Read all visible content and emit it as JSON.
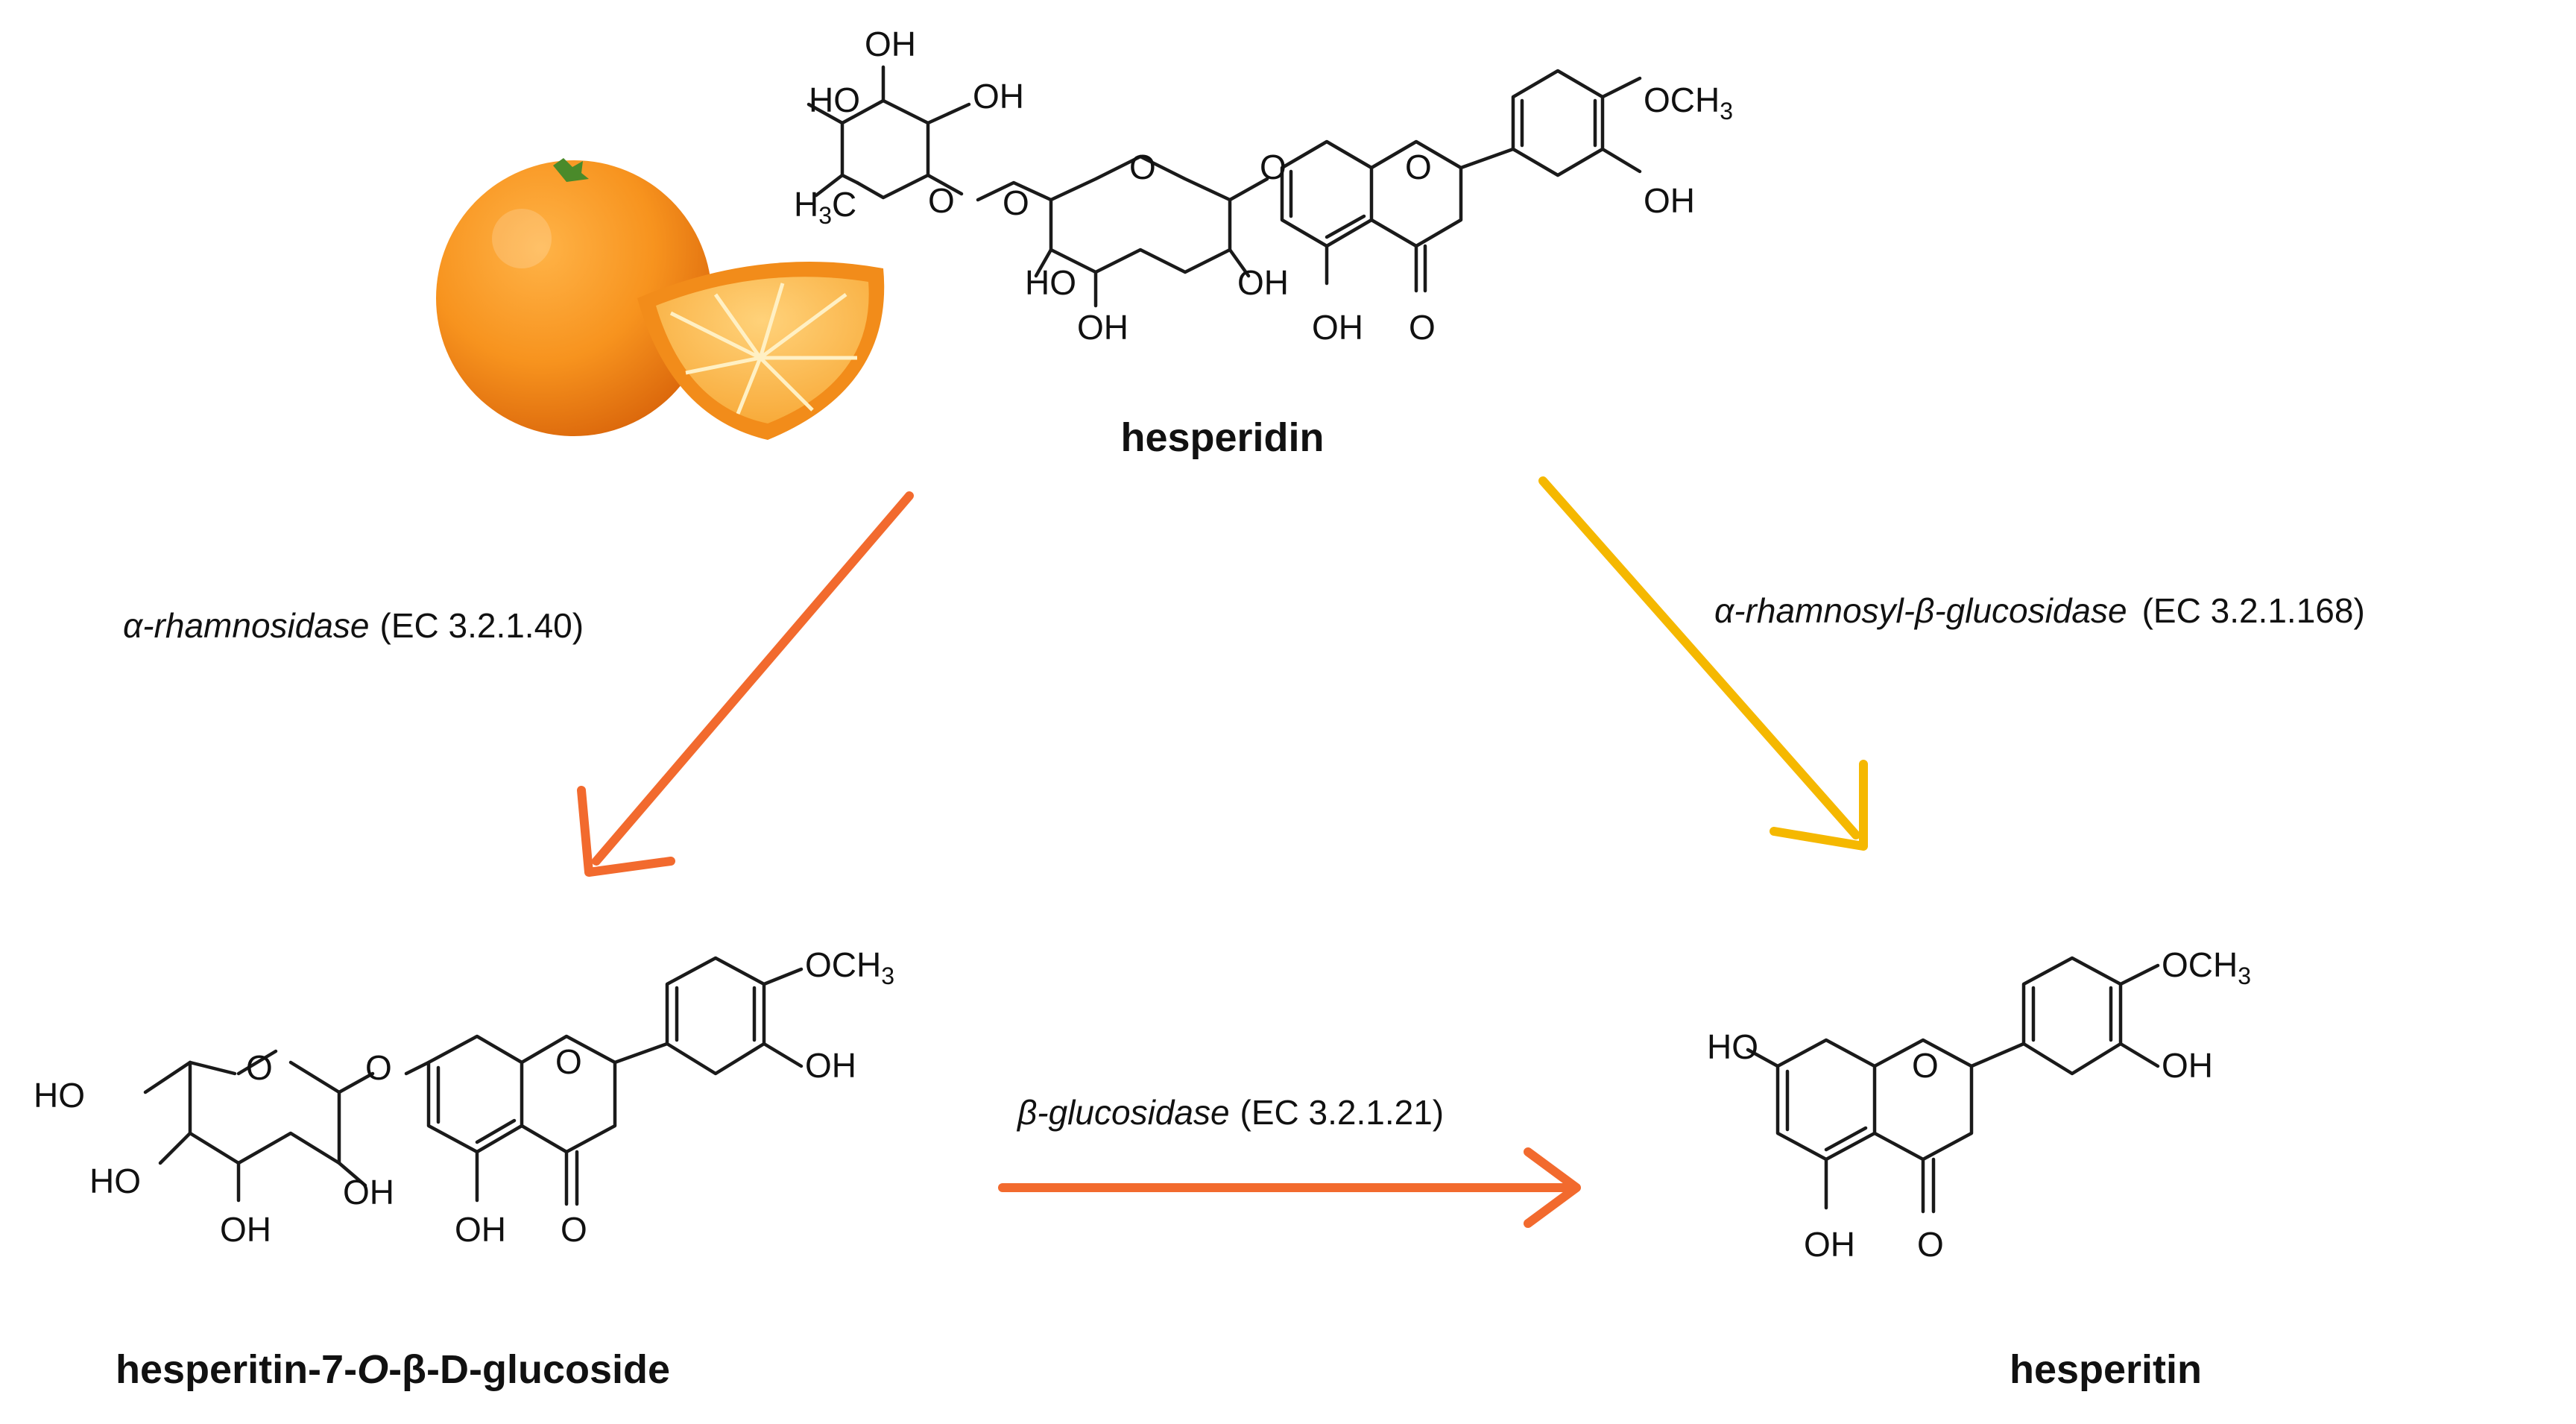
{
  "figure": {
    "compounds": {
      "hesperidin": {
        "name": "hesperidin"
      },
      "glucoside": {
        "name_parts": [
          "hesperitin-7-",
          "O",
          "-β-D-glucoside"
        ]
      },
      "hesperitin": {
        "name": "hesperitin"
      }
    },
    "atom_labels": {
      "oh": "OH",
      "ho": "HO",
      "o": "O",
      "och3_main": "OCH",
      "ch3_h": "H",
      "ch3_c": "C",
      "sub3": "3"
    },
    "reactions": [
      {
        "enzyme": "α-rhamnosidase",
        "ec": "(EC 3.2.1.40)",
        "color": "#f26a2e"
      },
      {
        "enzyme": "α-rhamnosyl-β-glucosidase",
        "ec": "(EC 3.2.1.168)",
        "color": "#f5b800"
      },
      {
        "enzyme": "β-glucosidase",
        "ec": "(EC 3.2.1.21)",
        "color": "#f26a2e"
      }
    ],
    "illustration": {
      "icon": "orange-fruit-icon"
    }
  }
}
